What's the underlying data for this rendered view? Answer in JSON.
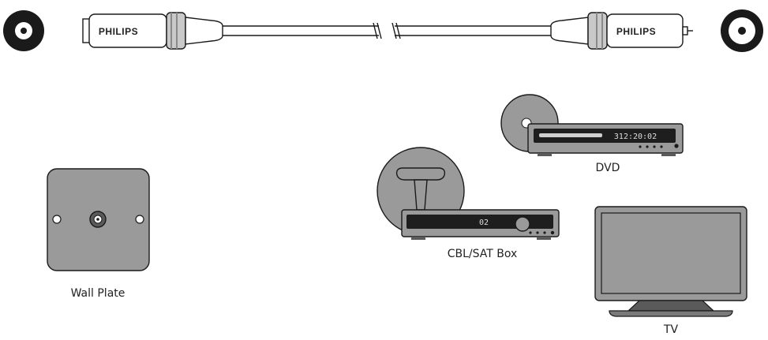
{
  "cable": {
    "brand_left": "PHILIPS",
    "brand_right": "PHILIPS"
  },
  "devices": {
    "dvd": {
      "label": "DVD",
      "display": "312:20:02"
    },
    "cable_box": {
      "label": "CBL/SAT Box",
      "display": "02"
    },
    "wall_plate": {
      "label": "Wall Plate"
    },
    "tv": {
      "label": "TV"
    }
  },
  "colors": {
    "device_fill": "#9a9a9a",
    "device_dark": "#5a5a5a",
    "display_bg": "#1e1e1e",
    "outline": "#1a1a1a"
  }
}
